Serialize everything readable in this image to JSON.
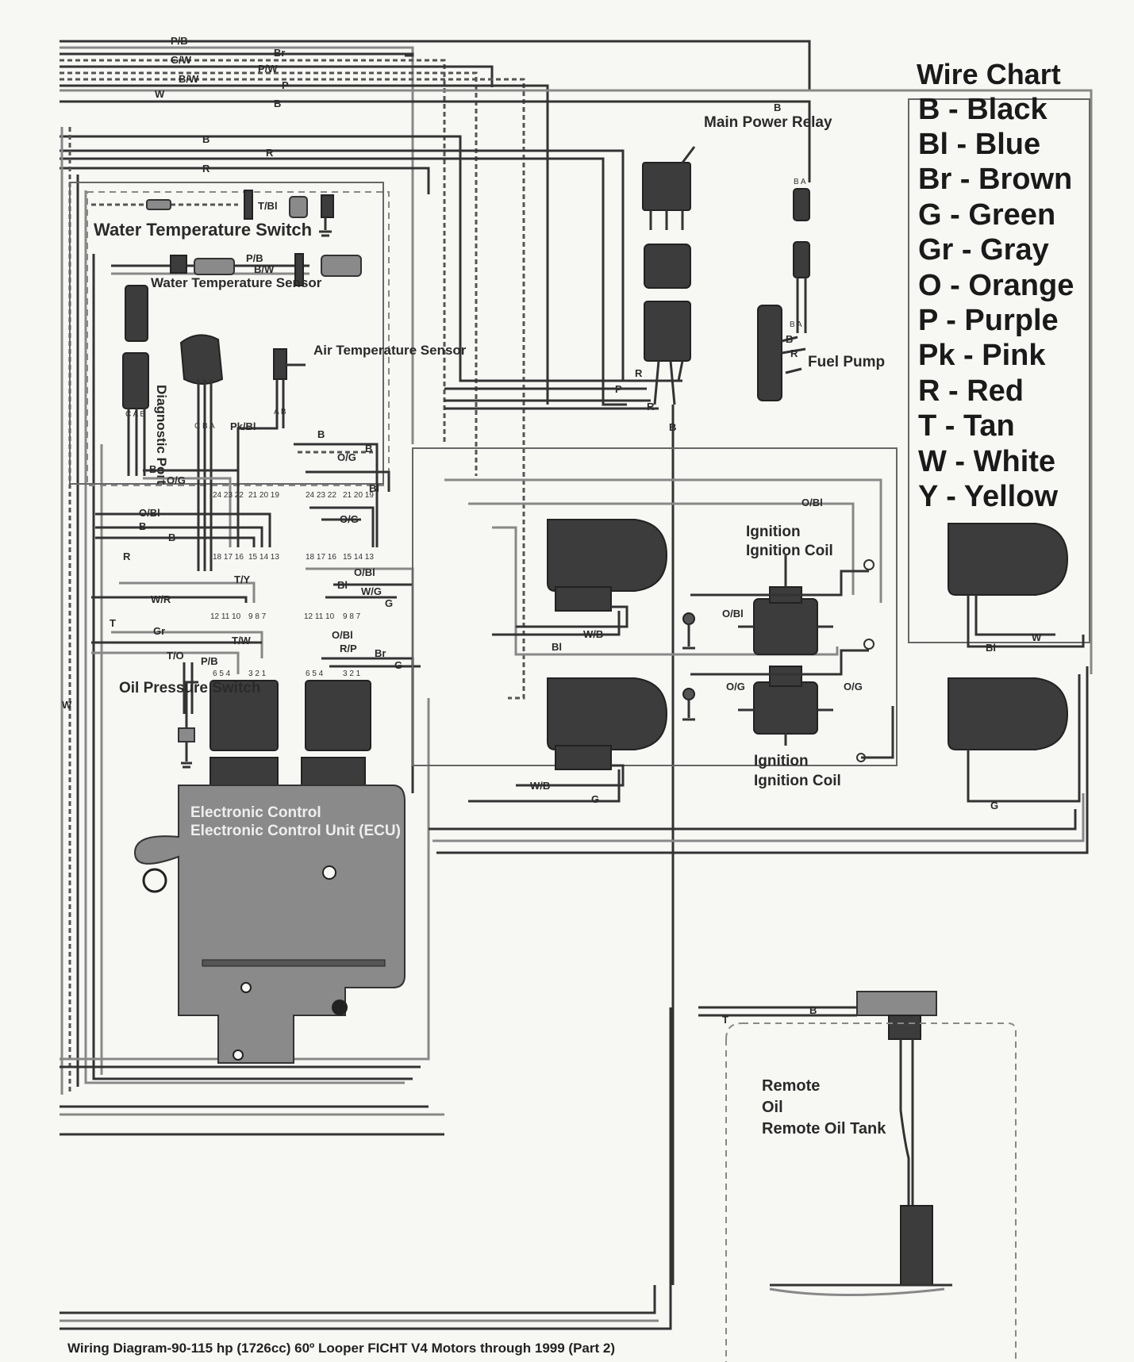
{
  "wire_chart": {
    "title": "Wire Chart",
    "items": [
      "B - Black",
      "Bl - Blue",
      "Br - Brown",
      "G - Green",
      "Gr - Gray",
      "O - Orange",
      "P - Purple",
      "Pk - Pink",
      "R - Red",
      "T - Tan",
      "W - White",
      "Y - Yellow"
    ]
  },
  "components": {
    "water_temp_switch": "Water Temperature Switch",
    "water_temp_sensor": "Water Temperature Sensor",
    "air_temp_sensor": "Air Temperature Sensor",
    "diagnostic_port": "Diagnostic Port",
    "main_power_relay": "Main Power Relay",
    "fuel_pump": "Fuel Pump",
    "ignition_coil_top": "Ignition Coil",
    "ignition_coil_bottom": "Ignition Coil",
    "oil_pressure_switch": "Oil Pressure Switch",
    "ecu": "Electronic Control Unit (ECU)",
    "remote_oil_tank": "Remote Oil Tank"
  },
  "wire_labels": {
    "pb_top": "P/B",
    "br_top": "Br",
    "gw_top": "G/W",
    "pw_top": "P/W",
    "bw_top": "B/W",
    "p_top": "P",
    "w_top": "W",
    "b_top": "B",
    "b_relay": "B",
    "b2": "B",
    "r1": "R",
    "r2": "R",
    "tbl": "T/Bl",
    "pb_sensor": "P/B",
    "bw_sensor": "B/W",
    "pkbl": "Pk/Bl",
    "b_mid": "B",
    "og1": "O/G",
    "b_mid2": "B",
    "bl_mid": "Bl",
    "b_left": "B",
    "og_left": "O/G",
    "obl_left": "O/Bl",
    "b_left2": "B",
    "b_left3": "B",
    "og_mid": "O/G",
    "r_left": "R",
    "ty": "T/Y",
    "obl_mid": "O/Bl",
    "bl_mid2": "Bl",
    "wg": "W/G",
    "g_mid": "G",
    "wr": "W/R",
    "t_left": "T",
    "gr_left": "Gr",
    "tw": "T/W",
    "to": "T/O",
    "pb_low": "P/B",
    "obl_low": "O/Bl",
    "rp": "R/P",
    "br_low": "Br",
    "g_low": "G",
    "w_far": "W",
    "r_relay1": "R",
    "p_relay": "P",
    "r_relay2": "R",
    "b_relay2": "B",
    "b_pump": "B",
    "r_pump": "R",
    "obl_coil": "O/Bl",
    "obl_coil2": "O/Bl",
    "og_coil": "O/G",
    "og_coil2": "O/G",
    "wb_inj1": "W/B",
    "bl_inj1": "Bl",
    "wb_inj2": "W/B",
    "g_inj2": "G",
    "bl_inj3": "Bl",
    "w_inj3": "W",
    "g_inj4": "G",
    "b_tank": "B",
    "t_tank": "T"
  },
  "pin_labels": {
    "ecu1_row1": "24 23 22",
    "ecu1_row1b": "21 20 19",
    "ecu1_row2": "18 17 16",
    "ecu1_row2b": "15 14 13",
    "ecu1_row3": "12 11 10",
    "ecu1_row3b": "9 8 7",
    "ecu1_row4": "6 5 4",
    "ecu1_row4b": "3 2 1",
    "ecu2_row1": "24 23 22",
    "ecu2_row1b": "21 20 19",
    "ecu2_row2": "18 17 16",
    "ecu2_row2b": "15 14 13",
    "ecu2_row3": "12 11 10",
    "ecu2_row3b": "9 8 7",
    "ecu2_row4": "6 5 4",
    "ecu2_row4b": "3 2 1",
    "diag_pins": "C A B",
    "sensor_pins": "C B A",
    "air_pins": "A B",
    "pump_conn": "B A",
    "pump_conn2": "B A"
  },
  "caption": "Wiring Diagram-90-115 hp (1726cc) 60º Looper FICHT V4 Motors through 1999 (Part 2)"
}
